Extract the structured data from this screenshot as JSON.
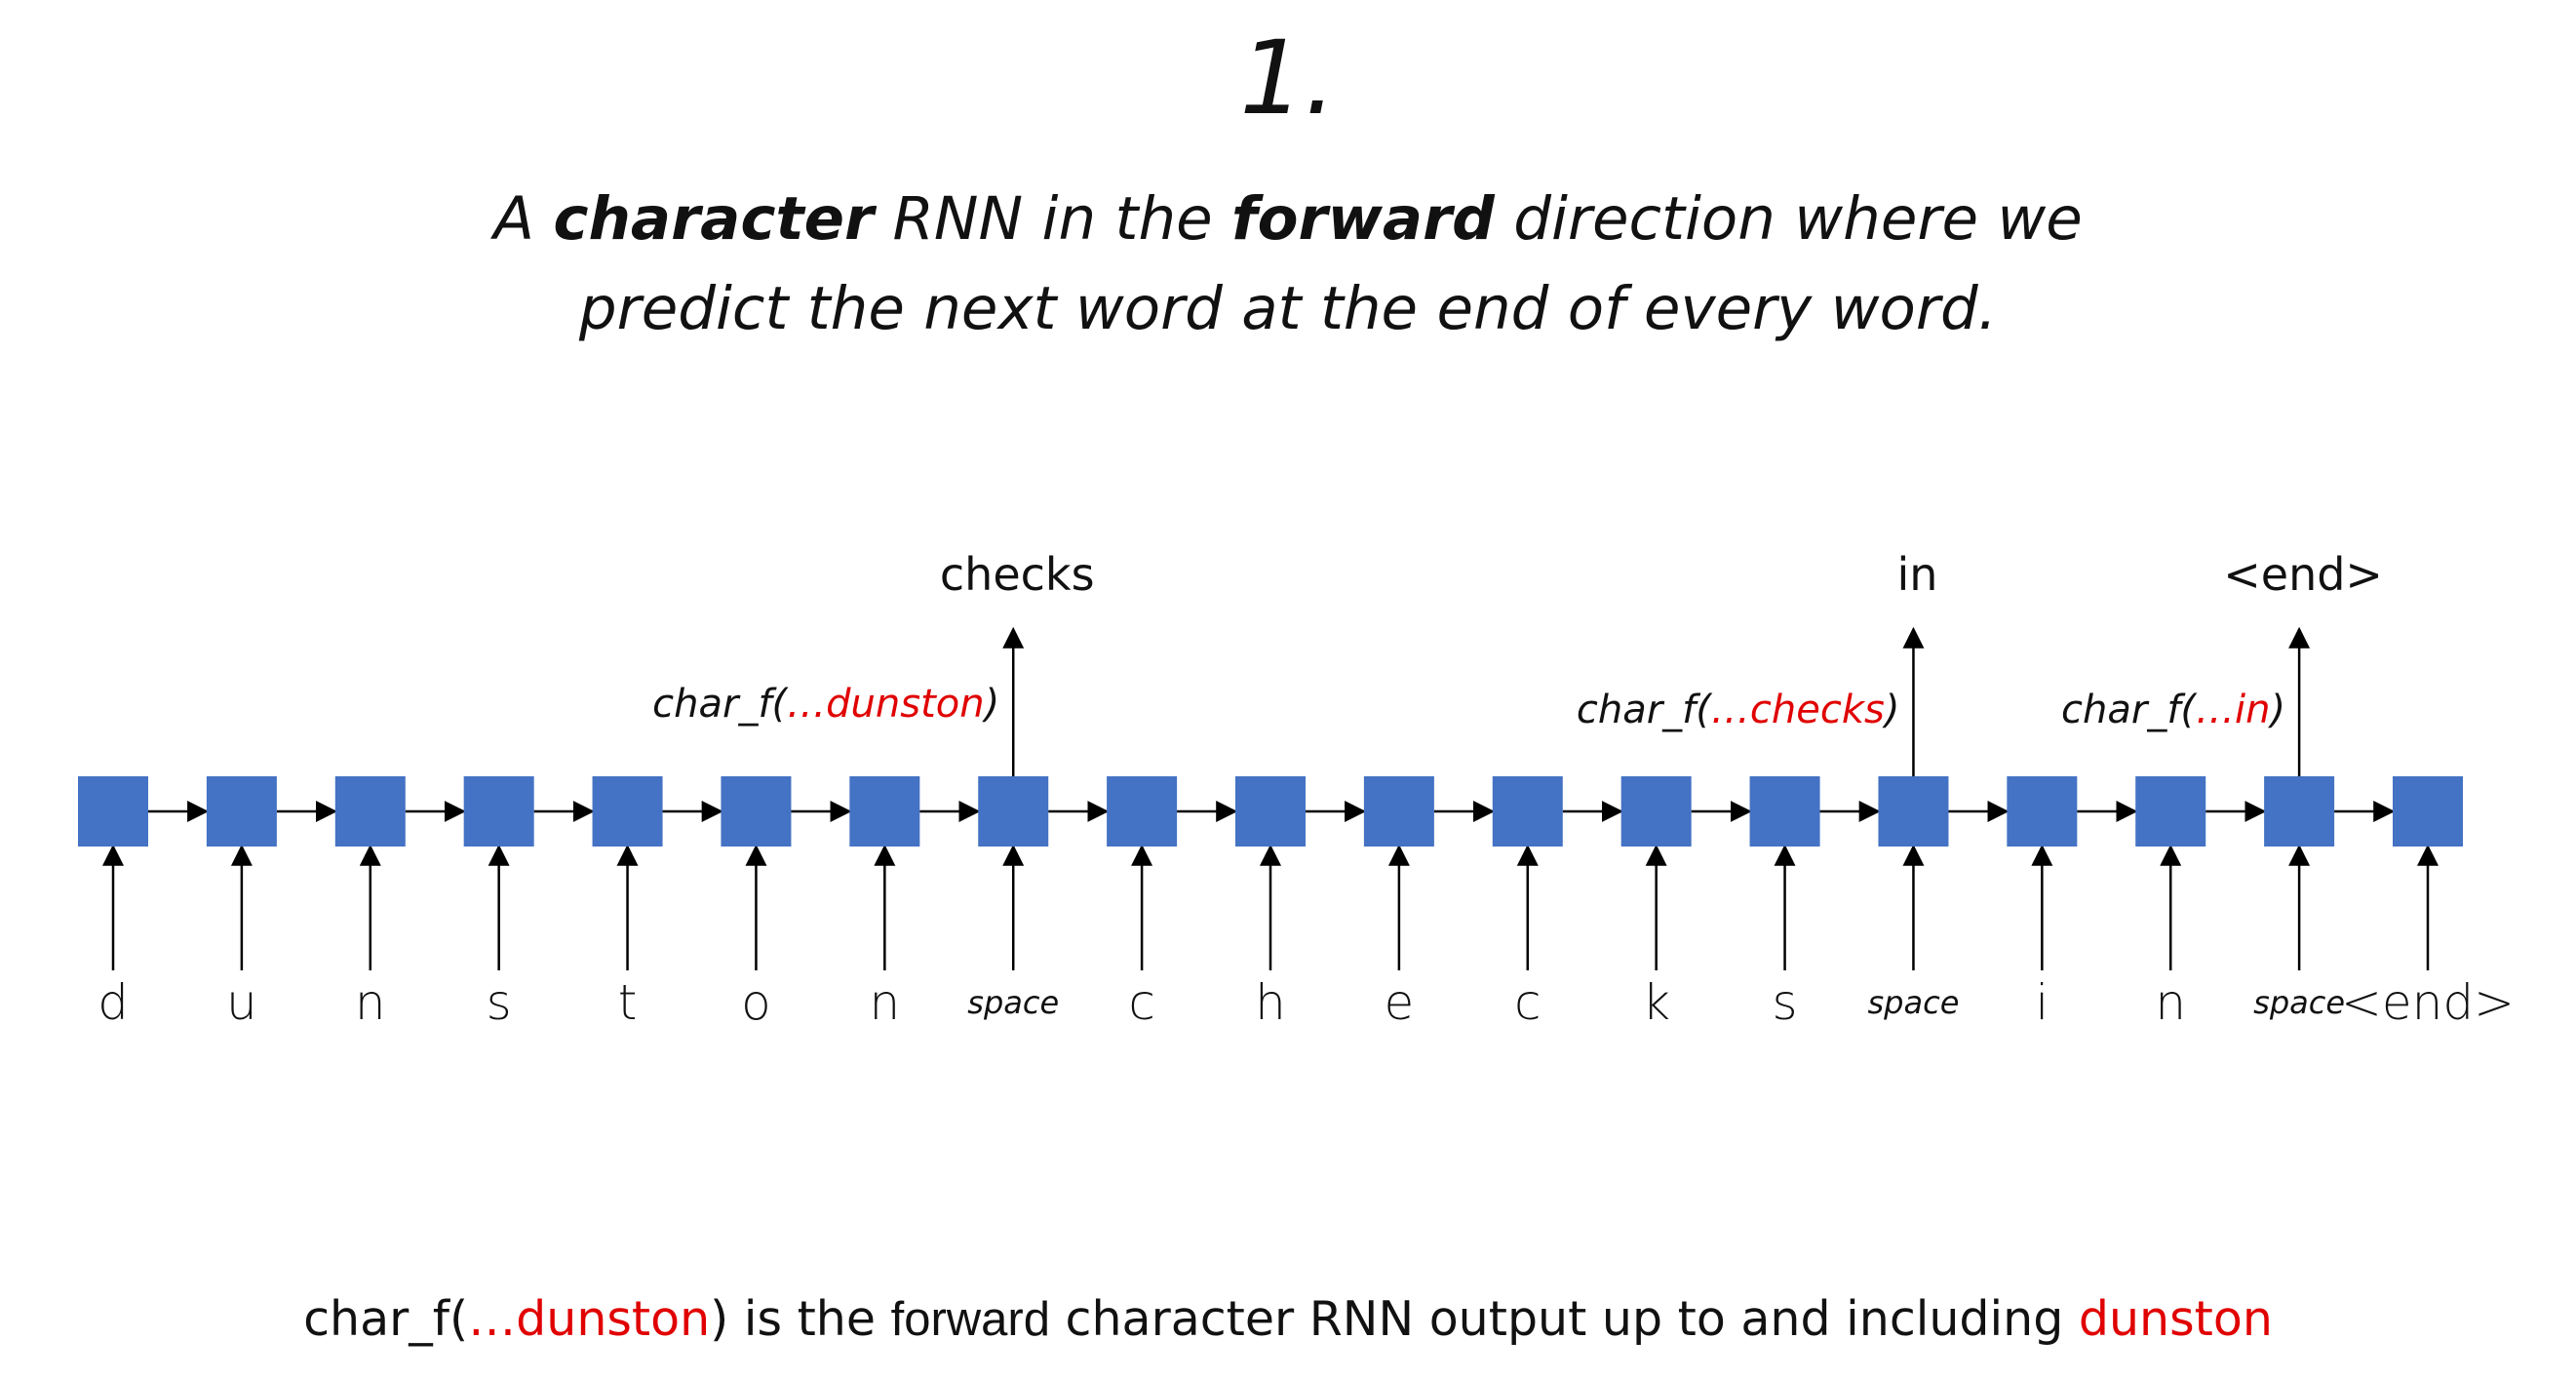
{
  "step_number": "1.",
  "title": {
    "line1": {
      "part1": "A ",
      "bold1": "character",
      "part2": " RNN in the ",
      "bold2": "forward",
      "part3": " direction where we"
    },
    "line2": "predict the next word at the end of every word."
  },
  "diagram": {
    "colors": {
      "cell": "#4472c4",
      "arrow": "#000000",
      "highlight": "#e00000"
    },
    "inputs": [
      "d",
      "u",
      "n",
      "s",
      "t",
      "o",
      "n",
      "space",
      "c",
      "h",
      "e",
      "c",
      "k",
      "s",
      "space",
      "i",
      "n",
      "space",
      "<end>"
    ],
    "small_input_tokens": [
      "space"
    ],
    "outputs": [
      {
        "cell_index": 7,
        "label": "checks",
        "func_prefix": "char_f(",
        "func_arg": "…dunston",
        "func_suffix": ")"
      },
      {
        "cell_index": 14,
        "label": "in",
        "func_prefix": "char_f(",
        "func_arg": "…checks",
        "func_suffix": ")"
      },
      {
        "cell_index": 17,
        "label": "<end>",
        "func_prefix": "char_f(",
        "func_arg": "…in",
        "func_suffix": ")"
      }
    ]
  },
  "caption": {
    "func_prefix": "char_f(",
    "func_arg": "…dunston",
    "func_suffix": ")",
    "text1": " is the ",
    "bold": "forward",
    "text2": " character RNN output up to and including ",
    "highlight": "dunston"
  }
}
